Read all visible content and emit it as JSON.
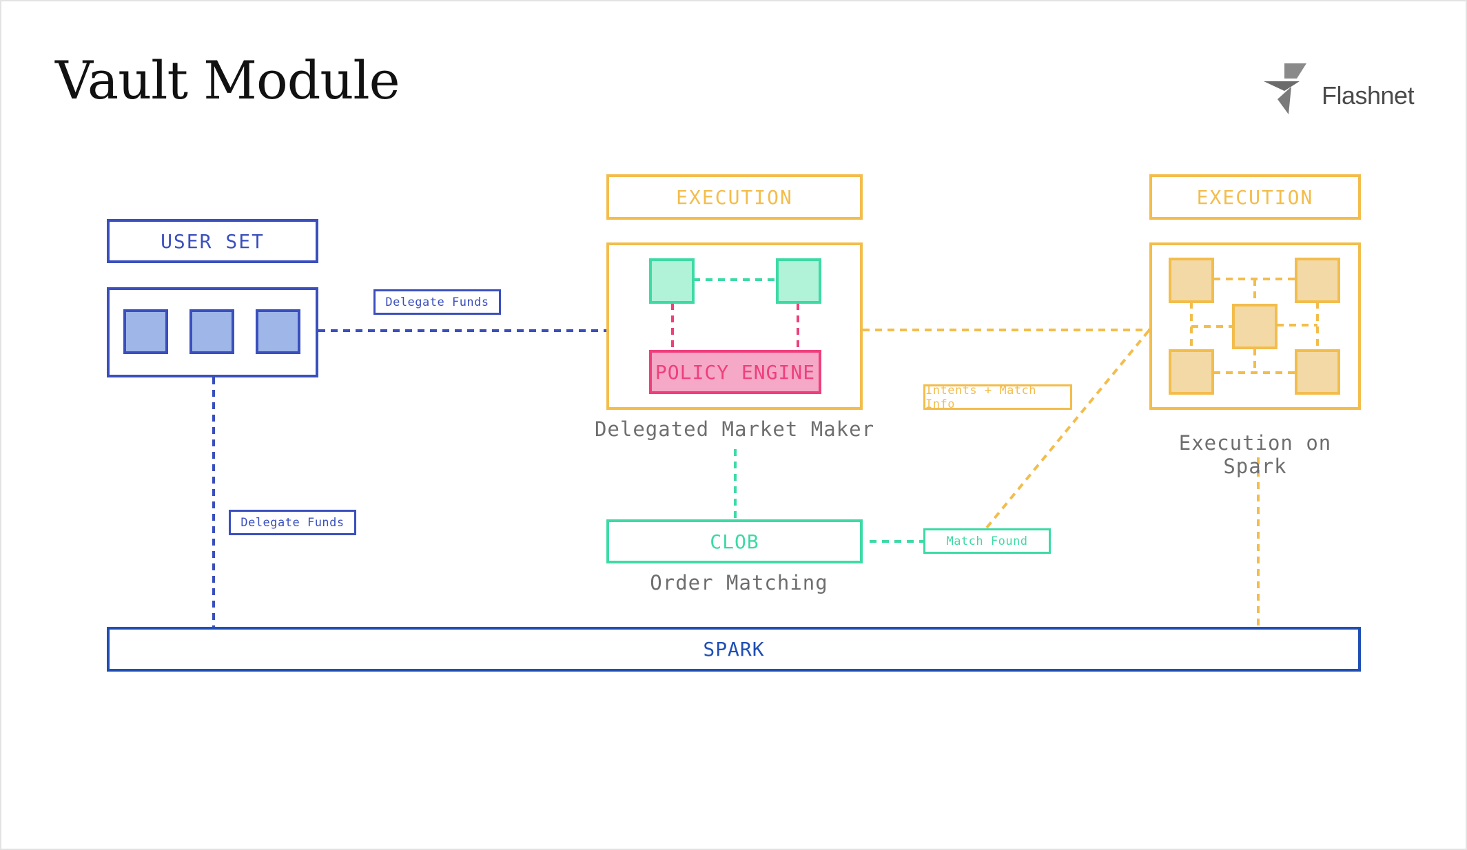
{
  "title": "Vault Module",
  "brand": {
    "name": "Flashnet",
    "logo_icon": "lightning-bolt-logo"
  },
  "colors": {
    "blue": "#3a4fbd",
    "blue_fill": "#9fb7e8",
    "orange": "#f3bd4c",
    "orange_fill": "#f3d9a6",
    "green": "#3ddaa5",
    "green_fill": "#b1f3d9",
    "pink": "#ee3f7c",
    "pink_fill": "#f5a9c6",
    "spark_blue": "#1f4fb5",
    "caption_gray": "#6e6e6e"
  },
  "user_set": {
    "label": "USER SET"
  },
  "mm_execution": {
    "label": "EXECUTION"
  },
  "policy_engine": {
    "label": "POLICY ENGINE"
  },
  "mm_caption": "Delegated Market Maker",
  "spark_execution": {
    "label": "EXECUTION"
  },
  "spark_caption": "Execution on Spark",
  "clob": {
    "label": "CLOB",
    "caption": "Order Matching"
  },
  "spark": {
    "label": "SPARK"
  },
  "edge_labels": {
    "delegate_funds_top": "Delegate Funds",
    "delegate_funds_left": "Delegate Funds",
    "intents_match_info": "Intents + Match Info",
    "match_found": "Match Found"
  }
}
